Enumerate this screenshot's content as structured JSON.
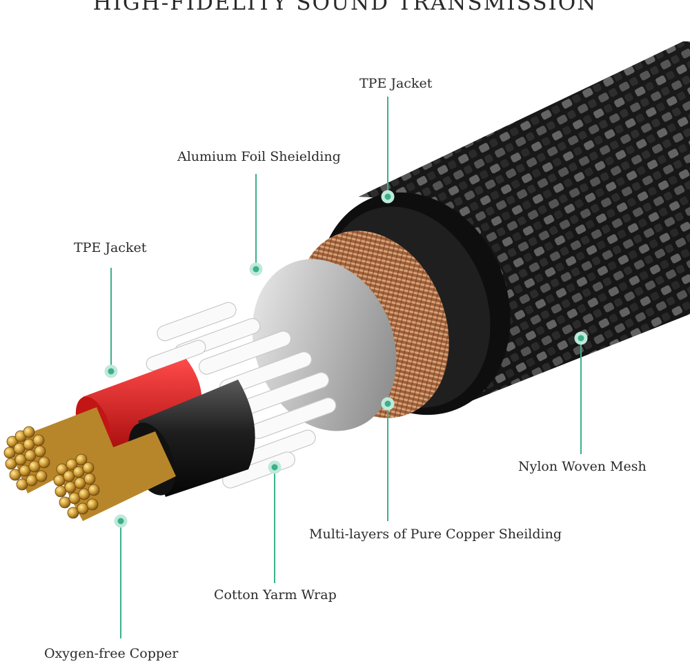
{
  "title": "HIGH-FIDELITY SOUND TRANSMISSION",
  "accent_color": "#3bb08a",
  "labels": {
    "tpe_jacket_outer": "TPE Jacket",
    "foil_shielding": "Alumium Foil Sheielding",
    "tpe_jacket_inner": "TPE Jacket",
    "nylon_mesh": "Nylon Woven Mesh",
    "copper_shielding": "Multi-layers of Pure Copper Sheilding",
    "cotton_wrap": "Cotton Yarm Wrap",
    "oxygen_free_copper": "Oxygen-free Copper"
  }
}
